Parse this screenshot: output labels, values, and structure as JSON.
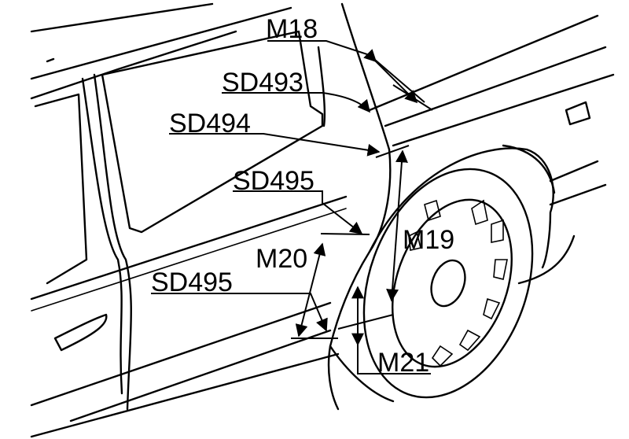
{
  "labels": {
    "m18": "M18",
    "sd493": "SD493",
    "sd494": "SD494",
    "sd495_upper": "SD495",
    "sd495_lower": "SD495",
    "m20": "M20",
    "m19": "M19",
    "m21": "M21"
  }
}
